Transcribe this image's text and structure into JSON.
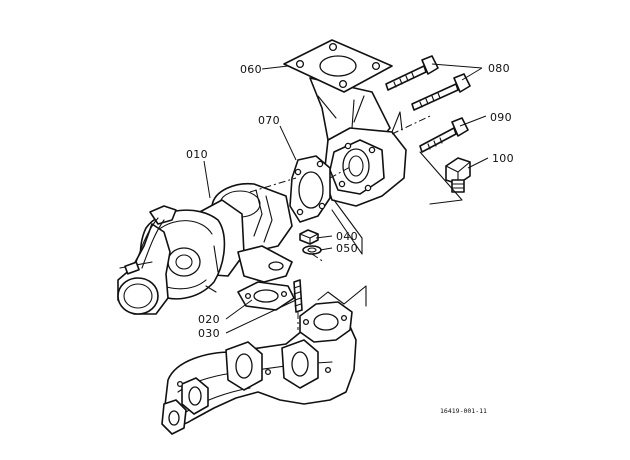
{
  "diagram": {
    "labels": {
      "p010": "010",
      "p020": "020",
      "p030": "030",
      "p040": "040",
      "p050": "050",
      "p060": "060",
      "p070": "070",
      "p080": "080",
      "p090": "090",
      "p100": "100"
    },
    "drawing_code": "16419-001-11"
  }
}
